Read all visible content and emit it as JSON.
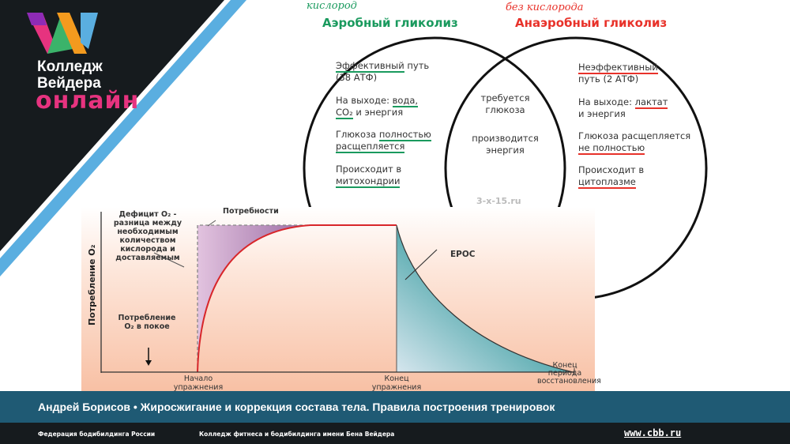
{
  "logo": {
    "line1": "Колледж",
    "line2": "Вейдера",
    "line3": "онлайн",
    "colors": [
      "#8e2bb6",
      "#e6337f",
      "#3bb36a",
      "#f39a1e",
      "#5aaee0"
    ]
  },
  "venn": {
    "left": {
      "annotation": "кислород",
      "title": "Аэробный гликолиз",
      "color": "#1a9a5e",
      "items": [
        {
          "u": "Эффективный",
          "rest": " путь",
          "line2": "(38 АТФ)"
        },
        {
          "pre": "На выходе: ",
          "u": "вода,",
          "line2u": "CO₂",
          "line2": " и энергия"
        },
        {
          "pre": "Глюкоза ",
          "u": "полностью",
          "line2u": "расщепляется"
        },
        {
          "pre": "Происходит в",
          "line2u": "митохондрии"
        }
      ]
    },
    "right": {
      "annotation": "без кислорода",
      "title": "Анаэробный гликолиз",
      "color": "#e8322a",
      "items": [
        {
          "u": "Неэффективный",
          "line2": "путь (2 АТФ)"
        },
        {
          "pre": "На выходе: ",
          "u": "лактат",
          "line2": "и энергия"
        },
        {
          "pre": "Глюкоза расщепляется",
          "line2u": "не полностью"
        },
        {
          "pre": "Происходит в",
          "line2u": "цитоплазме"
        }
      ]
    },
    "center": {
      "item1": "требуется глюкоза",
      "item2": "производится энергия"
    },
    "watermark": "3-x-15.ru"
  },
  "graph": {
    "ylabel": "Потребление O₂",
    "deficit_label": "Дефицит O₂ - разница между необходимым количеством кислорода и доставляемым",
    "demand_label": "Потребности",
    "epoc_label": "EPOC",
    "rest_label": "Потребление O₂ в покое",
    "x_labels": [
      "Начало упражнения",
      "Конец упражнения",
      "Конец периода восстановления"
    ]
  },
  "footer": {
    "title": "Андрей Борисов • Жиросжигание и коррекция состава тела. Правила построения тренировок",
    "org1": "Федерация бодибилдинга России",
    "org2": "Колледж фитнеса и бодибилдинга имени Бена Вейдера",
    "url": "www.cbb.ru"
  }
}
